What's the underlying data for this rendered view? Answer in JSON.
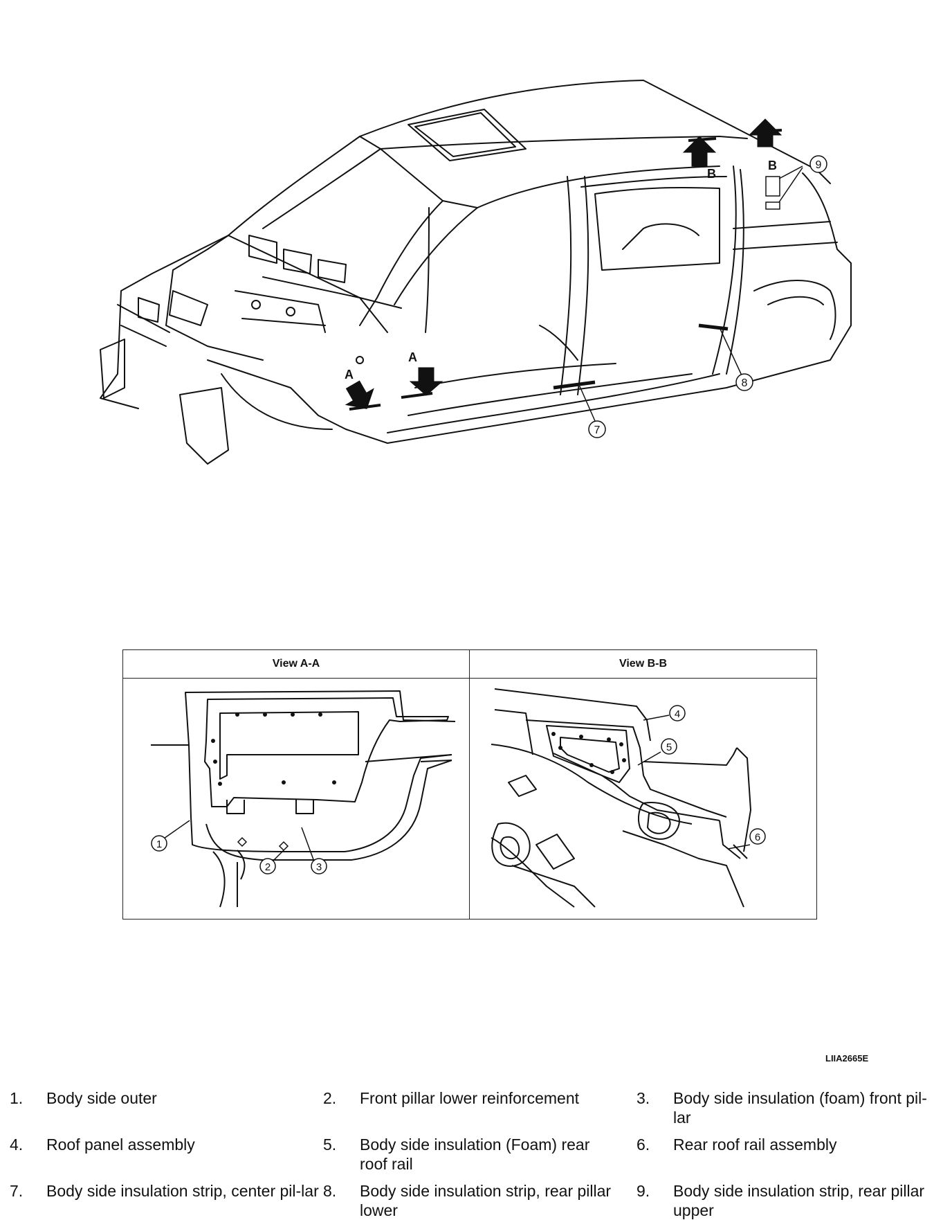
{
  "callouts": {
    "a_section": "A",
    "b_section": "B",
    "n1": "1",
    "n2": "2",
    "n3": "3",
    "n4": "4",
    "n5": "5",
    "n6": "6",
    "n7": "7",
    "n8": "8",
    "n9": "9"
  },
  "views": {
    "view_a_title": "View A-A",
    "view_b_title": "View B-B"
  },
  "figure_code": "LIIA2665E",
  "legend": [
    {
      "num": "1.",
      "text": "Body side outer"
    },
    {
      "num": "2.",
      "text": "Front pillar lower reinforcement"
    },
    {
      "num": "3.",
      "text": "Body side insulation (foam) front pil-lar"
    },
    {
      "num": "4.",
      "text": "Roof panel assembly"
    },
    {
      "num": "5.",
      "text": "Body side insulation (Foam) rear roof rail"
    },
    {
      "num": "6.",
      "text": "Rear roof rail assembly"
    },
    {
      "num": "7.",
      "text": "Body side insulation strip, center pil-lar"
    },
    {
      "num": "8.",
      "text": "Body side insulation strip, rear pillar lower"
    },
    {
      "num": "9.",
      "text": "Body side insulation strip, rear pillar upper"
    }
  ]
}
